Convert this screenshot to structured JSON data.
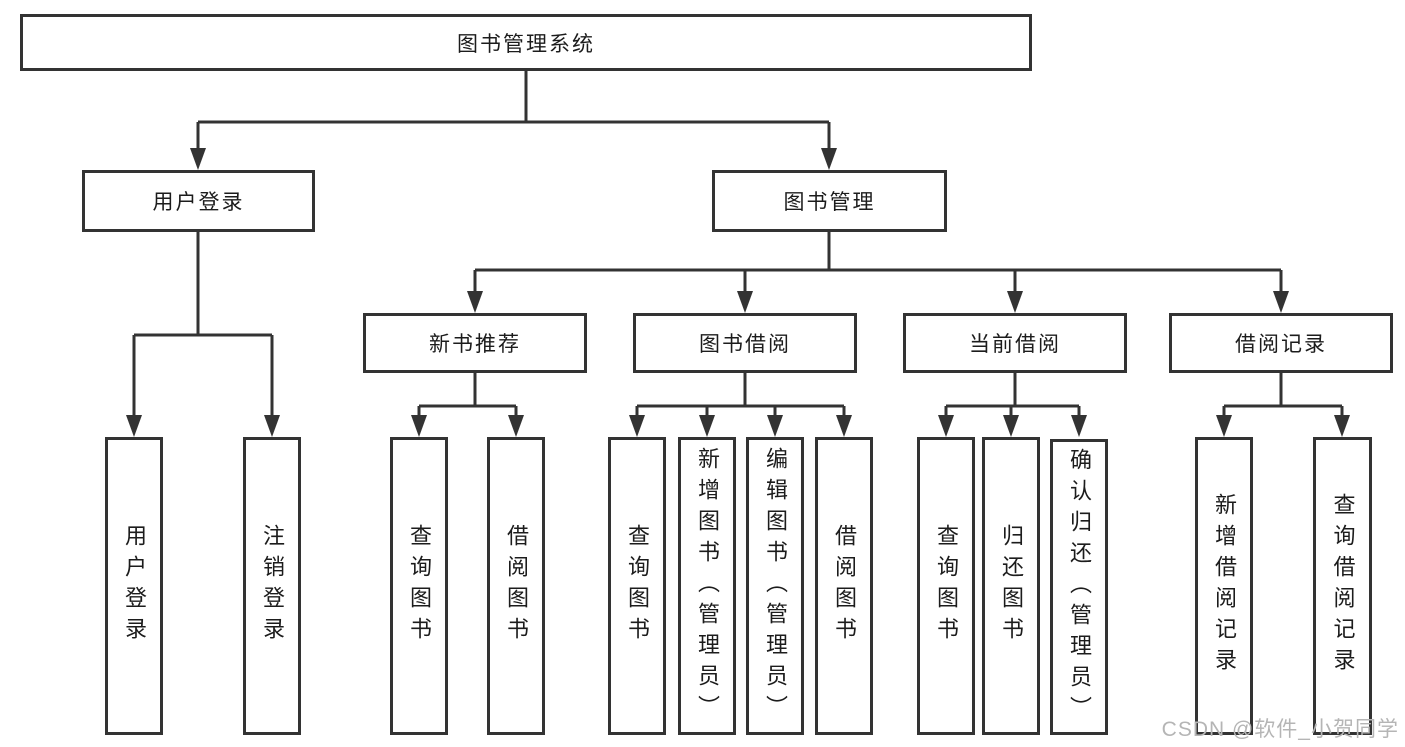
{
  "diagram": {
    "type": "tree",
    "colors": {
      "line": "#333333",
      "box_border": "#333333",
      "box_fill": "#ffffff",
      "text": "#1c1c1c",
      "watermark": "#b5b5b5",
      "background": "#ffffff"
    },
    "nodes": {
      "root": "图书管理系统",
      "user_login": "用户登录",
      "book_mgmt": "图书管理",
      "user_login_children": [
        "用户登录",
        "注销登录"
      ],
      "book_mgmt_children": [
        "新书推荐",
        "图书借阅",
        "当前借阅",
        "借阅记录"
      ],
      "new_book_children": [
        "查询图书",
        "借阅图书"
      ],
      "book_borrow_children": [
        "查询图书",
        "新增图书（管理员）",
        "编辑图书（管理员）",
        "借阅图书"
      ],
      "current_borrow_children": [
        "查询图书",
        "归还图书",
        "确认归还（管理员）"
      ],
      "borrow_record_children": [
        "新增借阅记录",
        "查询借阅记录"
      ]
    }
  },
  "watermark": "CSDN @软件_小贺同学"
}
